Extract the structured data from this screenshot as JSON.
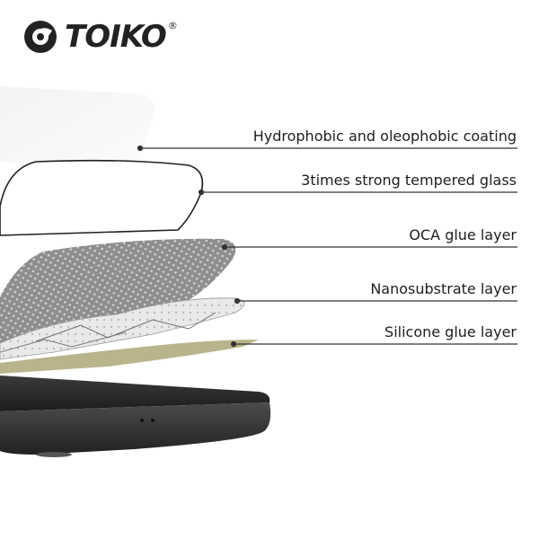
{
  "brand": {
    "name": "TOIKO",
    "trademark": "®"
  },
  "layers": [
    {
      "label": "Hydrophobic and oleophobic coating"
    },
    {
      "label": "3times strong tempered glass"
    },
    {
      "label": "OCA glue layer"
    },
    {
      "label": "Nanosubstrate layer"
    },
    {
      "label": "Silicone glue layer"
    }
  ],
  "colors": {
    "text": "#1e1e1e",
    "leader_line": "#333333",
    "phone_body": "#2b2b2b",
    "silicone_layer": "#b9b48c",
    "oca_layer": "#8a8a8a"
  }
}
